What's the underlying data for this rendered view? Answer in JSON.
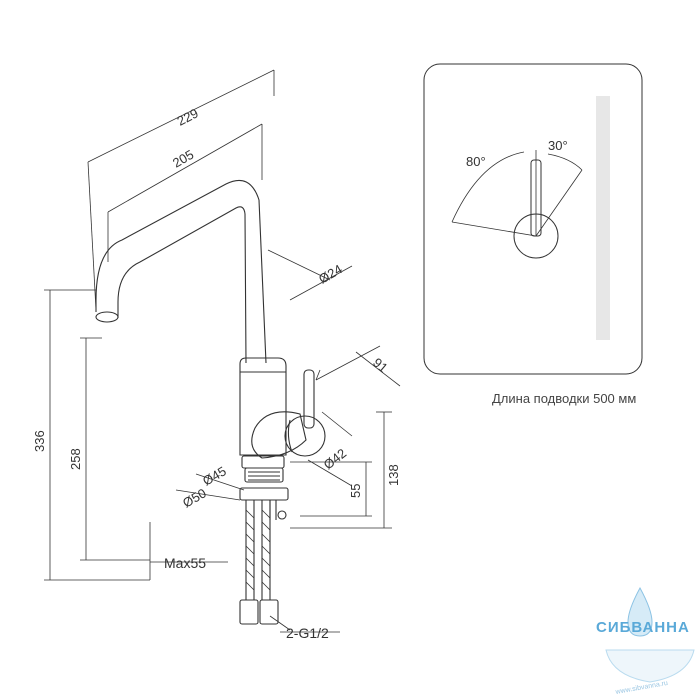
{
  "dimensions": {
    "overall_width": "229",
    "spout_reach": "205",
    "spout_diameter": "Ø24",
    "handle_reach": "91",
    "handle_diameter": "Ø42",
    "body_height": "138",
    "base_height": "55",
    "base_diameter_45": "Ø45",
    "base_diameter_50": "Ø50",
    "total_height": "336",
    "spout_height": "258",
    "max_countertop": "Max55",
    "connection": "2-G1/2"
  },
  "handle_diagram": {
    "angle_left": "80°",
    "angle_right": "30°",
    "hose_length_note": "Длина подводки 500 мм"
  },
  "watermark": {
    "brand": "СИБВАННА",
    "site": "www.sibvanna.ru"
  },
  "colors": {
    "line": "#333333",
    "brand": "#5aa9d8"
  }
}
